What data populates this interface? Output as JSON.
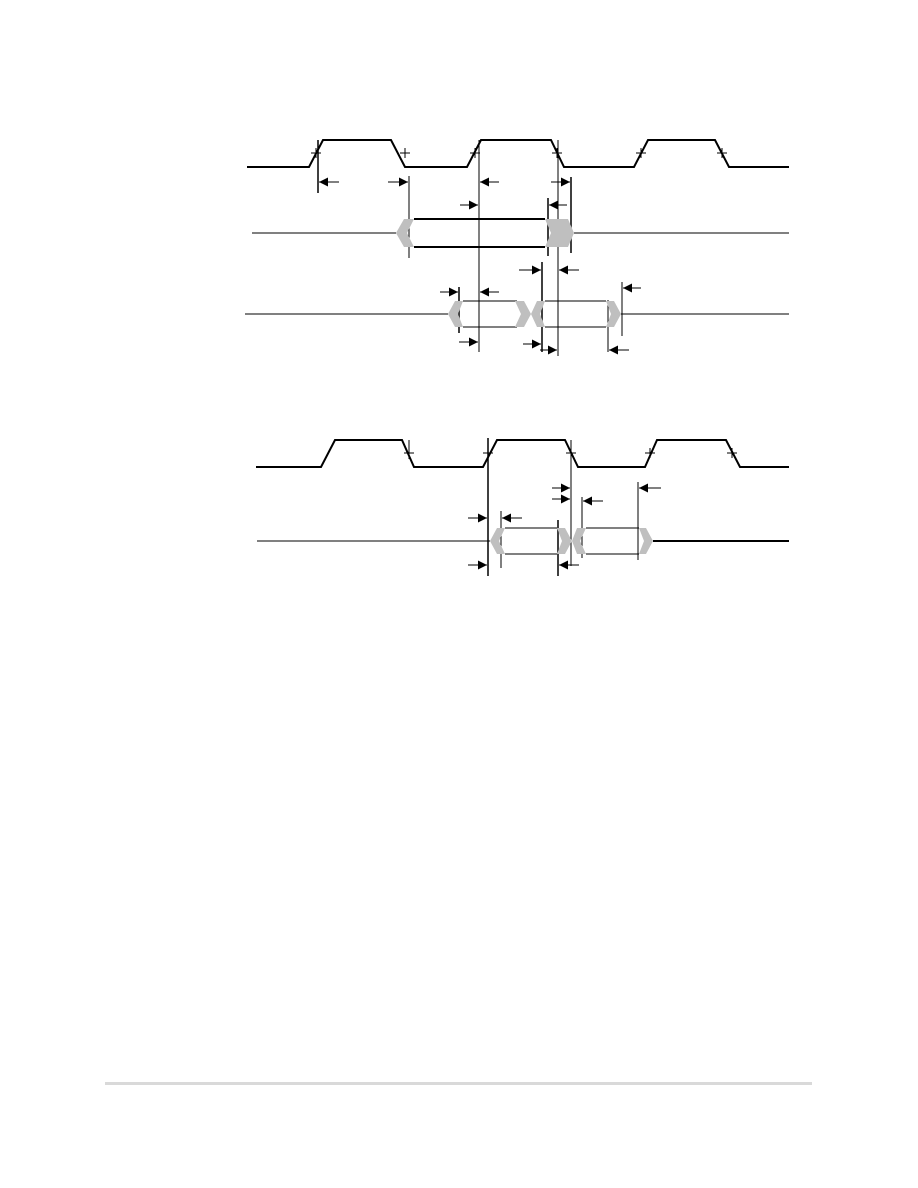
{
  "colors": {
    "line": "#000000",
    "data_fill": "#bfbfbf",
    "page": "#ffffff",
    "footer_rule": "#d9d9d9"
  },
  "figures": [
    {
      "id": "timing-diagram-top",
      "signals": [
        "clock-waveform",
        "data-bus-waveform",
        "second-data-waveform"
      ]
    },
    {
      "id": "timing-diagram-bottom",
      "signals": [
        "clock-waveform",
        "data-waveform"
      ]
    }
  ]
}
